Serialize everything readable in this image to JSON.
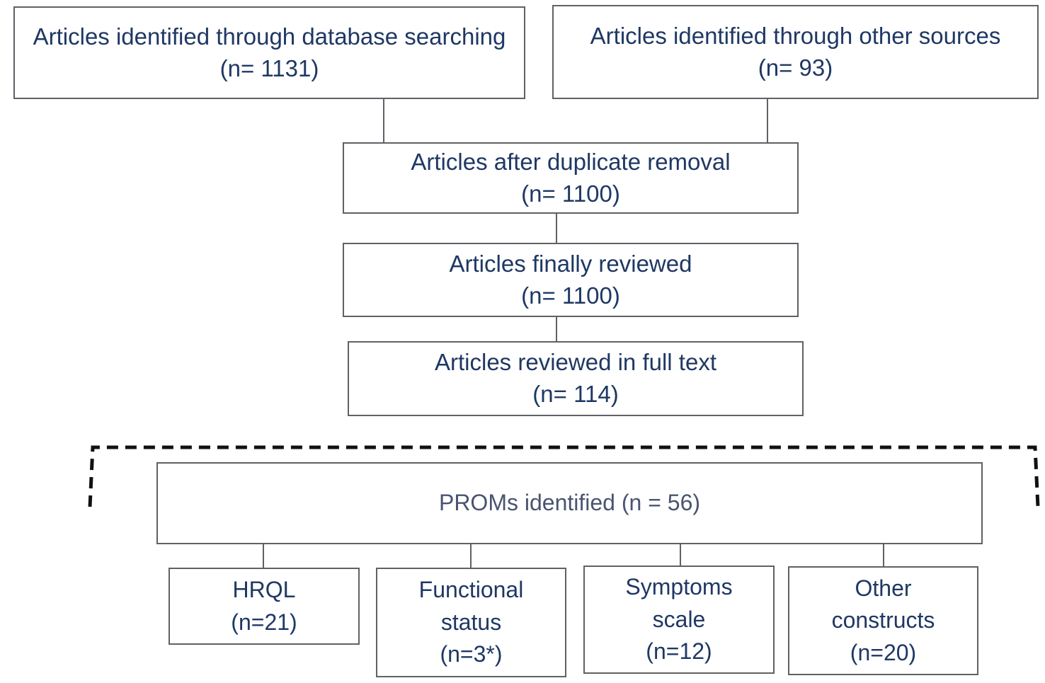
{
  "flow": {
    "database_search": {
      "label": "Articles identified through database searching",
      "count": "(n= 1131)"
    },
    "other_sources": {
      "label": "Articles identified through other sources",
      "count": "(n= 93)"
    },
    "after_duplicates": {
      "label": "Articles after duplicate removal",
      "count": "(n= 1100)"
    },
    "finally_reviewed": {
      "label": "Articles finally reviewed",
      "count": "(n= 1100)"
    },
    "full_text": {
      "label": "Articles reviewed in full text",
      "count": "(n= 114)"
    },
    "proms": {
      "label": "PROMs identified (n = 56)"
    },
    "categories": [
      {
        "line1": "HRQL",
        "line2": "(n=21)",
        "line3": ""
      },
      {
        "line1": "Functional",
        "line2": "status",
        "line3": "(n=3*)"
      },
      {
        "line1": "Symptoms",
        "line2": "scale",
        "line3": "(n=12)"
      },
      {
        "line1": "Other",
        "line2": "constructs",
        "line3": "(n=20)"
      }
    ]
  },
  "colors": {
    "text": "#1f3864",
    "border": "#5f6166",
    "dashed_bracket": "#111111"
  }
}
